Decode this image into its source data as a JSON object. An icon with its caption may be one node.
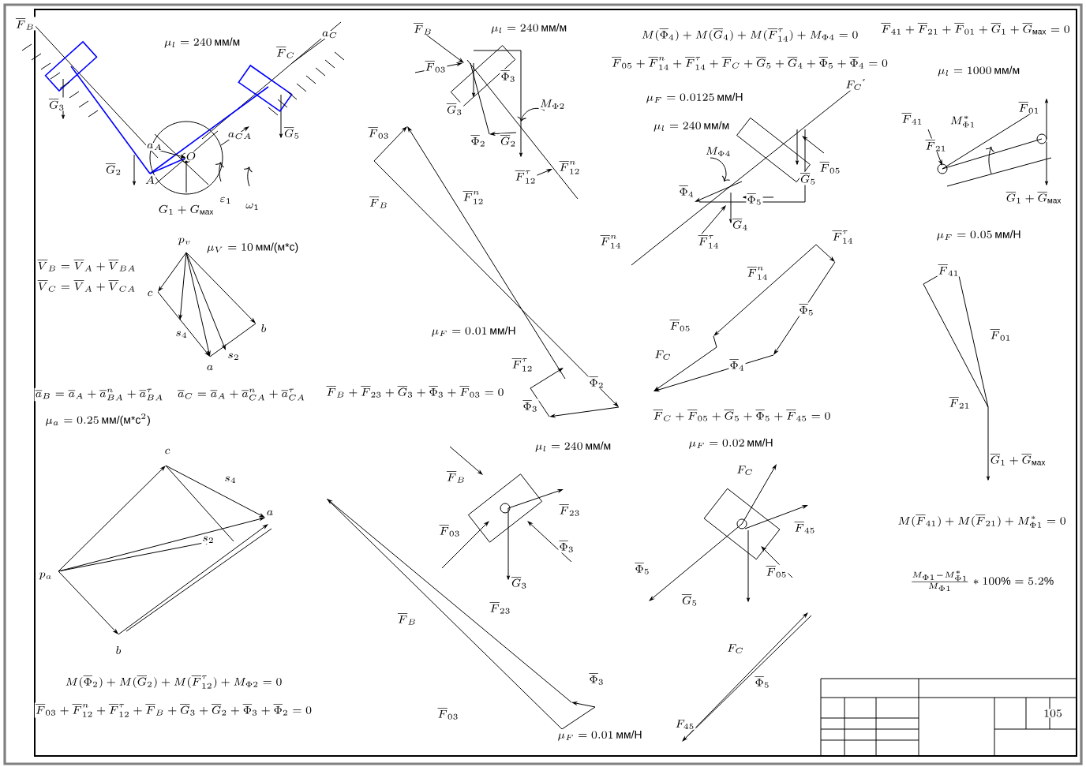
{
  "diagram": {
    "labels": [
      "\\overline{F}_B",
      "\\mu_l=240\\,\\text{мм/м}",
      "\\overline{F}_C",
      "a_C",
      "\\overline{G}_3",
      "\\overline{G}_5",
      "\\overline{G}_2",
      "a_A",
      "a_{CA}",
      "A",
      "O",
      "G_1+G_{\\text{мах}}",
      "\\varepsilon_1",
      "\\omega_1",
      "p_v",
      "\\mu_V=10\\,\\text{мм/(м*с)}",
      "\\overline{V}_B=\\overline{V}_A+\\overline{V}_{BA}",
      "\\overline{V}_C=\\overline{V}_A+\\overline{V}_{CA}",
      "c",
      "s_4",
      "b",
      "s_2",
      "a",
      "\\overline{a}_B=\\overline{a}_A+\\overline{a}_{BA}^{n}+\\overline{a}_{BA}^{\\tau}",
      "\\overline{a}_C=\\overline{a}_A+\\overline{a}_{CA}^{n}+\\overline{a}_{CA}^{\\tau}",
      "\\mu_a=0.25\\,\\text{мм/(м*с}^2\\text{)}",
      "c",
      "s_4",
      "a",
      "s_2",
      "p_a",
      "b",
      "M(\\overline{\\Phi}_2)+M(\\overline{G}_2)+M(\\overline{F}_{12}^{\\tau})+M_{\\Phi 2}=0",
      "\\overline{F}_{03}+\\overline{F}_{12}^{n}+\\overline{F}_{12}^{\\tau}+\\overline{F}_B+\\overline{G}_3+\\overline{G}_2+\\overline{\\Phi}_3+\\overline{\\Phi}_2=0",
      "\\overline{F}_B",
      "\\mu_l=240\\,\\text{мм/м}",
      "\\overline{F}_{03}",
      "\\overline{\\Phi}_3",
      "\\overline{G}_3",
      "M_{\\Phi 2}",
      "\\overline{\\Phi}_2",
      "\\overline{G}_2",
      "\\overline{F}_{12}^{\\tau}",
      "\\overline{F}_{12}^{n}",
      "\\overline{F}_{03}",
      "\\overline{F}_B",
      "\\overline{F}_{12}^{n}",
      "\\mu_F=0.01\\,\\text{мм/Н}",
      "\\overline{F}_{12}^{\\tau}",
      "\\overline{F}_B+\\overline{F}_{23}+\\overline{G}_3+\\overline{\\Phi}_3+\\overline{F}_{03}=0",
      "\\overline{\\Phi}_3",
      "\\overline{\\Phi}_2",
      "\\mu_l=240\\,\\text{мм/м}",
      "\\overline{F}_B",
      "\\overline{F}_{23}",
      "\\overline{F}_{03}",
      "\\overline{\\Phi}_3",
      "\\overline{G}_3",
      "\\overline{F}_B",
      "\\overline{F}_{23}",
      "\\overline{\\Phi}_3",
      "\\mu_F=0.01\\,\\text{мм/Н}",
      "\\overline{F}_{03}",
      "M(\\overline{\\Phi}_4)+M(\\overline{G}_4)+M(\\overline{F}_{14}^{\\tau})+M_{\\Phi 4}=0",
      "\\overline{F}_{05}+\\overline{F}_{14}^{n}+\\overline{F}_{14}^{\\tau}+\\overline{F}_C+\\overline{G}_5+\\overline{G}_4+\\overline{\\Phi}_5+\\overline{\\Phi}_4=0",
      "\\mu_F=0.0125\\,\\text{мм/Н}",
      "F_C",
      "\\mu_l=240\\,\\text{мм/м}",
      "M_{\\Phi 4}",
      "\\overline{F}_{05}",
      "\\overline{G}_5",
      "\\overline{\\Phi}_4",
      "\\overline{\\Phi}_5",
      "\\overline{G}_4",
      "\\overline{F}_{14}^{n}",
      "\\overline{F}_{14}^{\\tau}",
      "\\overline{F}_{14}^{\\tau}",
      "\\overline{F}_{14}^{n}",
      "\\overline{\\Phi}_5",
      "\\overline{F}_{05}",
      "F_C",
      "\\overline{\\Phi}_4",
      "\\overline{F}_C+\\overline{F}_{05}+\\overline{G}_5+\\overline{\\Phi}_5+\\overline{F}_{45}=0",
      "\\mu_F=0.02\\,\\text{мм/Н}",
      "F_C",
      "\\overline{F}_{45}",
      "\\overline{\\Phi}_5",
      "\\overline{F}_{05}",
      "\\overline{G}_5",
      "F_C",
      "\\overline{\\Phi}_5",
      "F_{45}",
      "\\overline{F}_{41}+\\overline{F}_{21}+\\overline{F}_{01}+\\overline{G}_1+\\overline{G}_{\\text{мах}}=0",
      "\\mu_l=1000\\,\\text{мм/м}",
      "\\overline{F}_{41}",
      "M_{\\Phi 1}^{*}",
      "\\overline{F}_{01}",
      "\\overline{F}_{21}",
      "\\overline{G}_1+\\overline{G}_{\\text{мах}}",
      "\\mu_F=0.05\\,\\text{мм/Н}",
      "\\overline{F}_{41}",
      "\\overline{F}_{01}",
      "\\overline{F}_{21}",
      "\\overline{G}_1+\\overline{G}_{\\text{мах}}",
      "M(\\overline{F}_{41})+M(\\overline{F}_{21})+M_{\\Phi 1}^{*}=0",
      "\\frac{M_{\\Phi 1}-M_{\\Phi 1}^{*}}{M_{\\Phi 1}}*100\\%=5.2\\%",
      "105"
    ]
  }
}
